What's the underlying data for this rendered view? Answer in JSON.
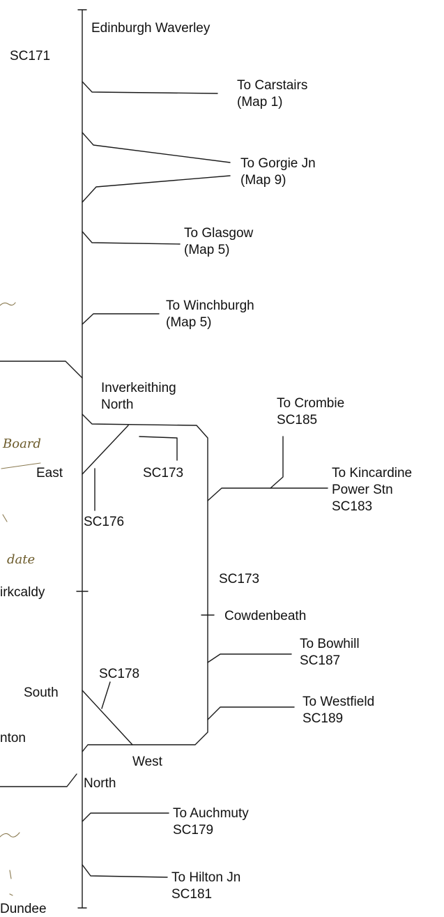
{
  "map": {
    "stations": {
      "edinburgh": "Edinburgh Waverley",
      "inverkeithing_1": "Inverkeithing",
      "inverkeithing_2": "North",
      "east": "East",
      "kirkcaldy": "irkcaldy",
      "cowdenbeath": "Cowdenbeath",
      "south": "South",
      "west": "West",
      "north": "North",
      "anton": "nton",
      "dundee": "Dundee"
    },
    "codes": {
      "sc171": "SC171",
      "sc173a": "SC173",
      "sc173b": "SC173",
      "sc176": "SC176",
      "sc178": "SC178"
    },
    "branches": {
      "carstairs": [
        "To Carstairs",
        "(Map 1)"
      ],
      "gorgie": [
        "To Gorgie Jn",
        "(Map 9)"
      ],
      "glasgow": [
        "To Glasgow",
        "(Map 5)"
      ],
      "winchburgh": [
        "To Winchburgh",
        "(Map 5)"
      ],
      "crombie": [
        "To Crombie",
        "SC185"
      ],
      "kincardine": [
        "To Kincardine",
        "Power Stn",
        "SC183"
      ],
      "bowhill": [
        "To Bowhill",
        "SC187"
      ],
      "westfield": [
        "To Westfield",
        "SC189"
      ],
      "auchmuty": [
        "To Auchmuty",
        "SC179"
      ],
      "hilton": [
        "To Hilton Jn",
        "SC181"
      ]
    },
    "handwriting": {
      "board": "Board",
      "date": "date"
    }
  }
}
